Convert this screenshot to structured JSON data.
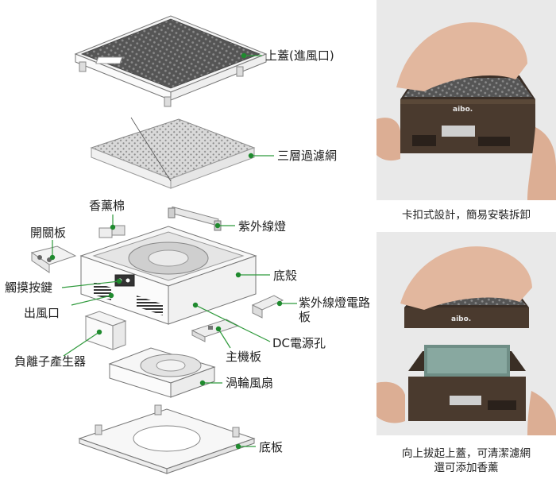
{
  "labels": {
    "top_cover": "上蓋(進風口)",
    "filter": "三層過濾網",
    "aroma_pad": "香薰棉",
    "uv_lamp": "紫外線燈",
    "switch_board": "開關板",
    "housing": "底殼",
    "touch_button": "觸摸按鍵",
    "uv_circuit": "紫外線燈電路板",
    "air_outlet": "出風口",
    "dc_jack": "DC電源孔",
    "main_board": "主機板",
    "ion_generator": "負離子產生器",
    "turbo_fan": "渦輪風扇",
    "bottom_plate": "底板"
  },
  "photos": {
    "brand_logo": "aibo.",
    "caption_1": "卡扣式設計，簡易安裝拆卸",
    "caption_2_line1": "向上拔起上蓋，可清潔濾網",
    "caption_2_line2": "還可添加香薰"
  },
  "colors": {
    "leader_line": "#2f9a3c",
    "marker": "#1f8a2e",
    "device_body": "#4a3a2e",
    "photo_bg": "#e9e9e9"
  }
}
